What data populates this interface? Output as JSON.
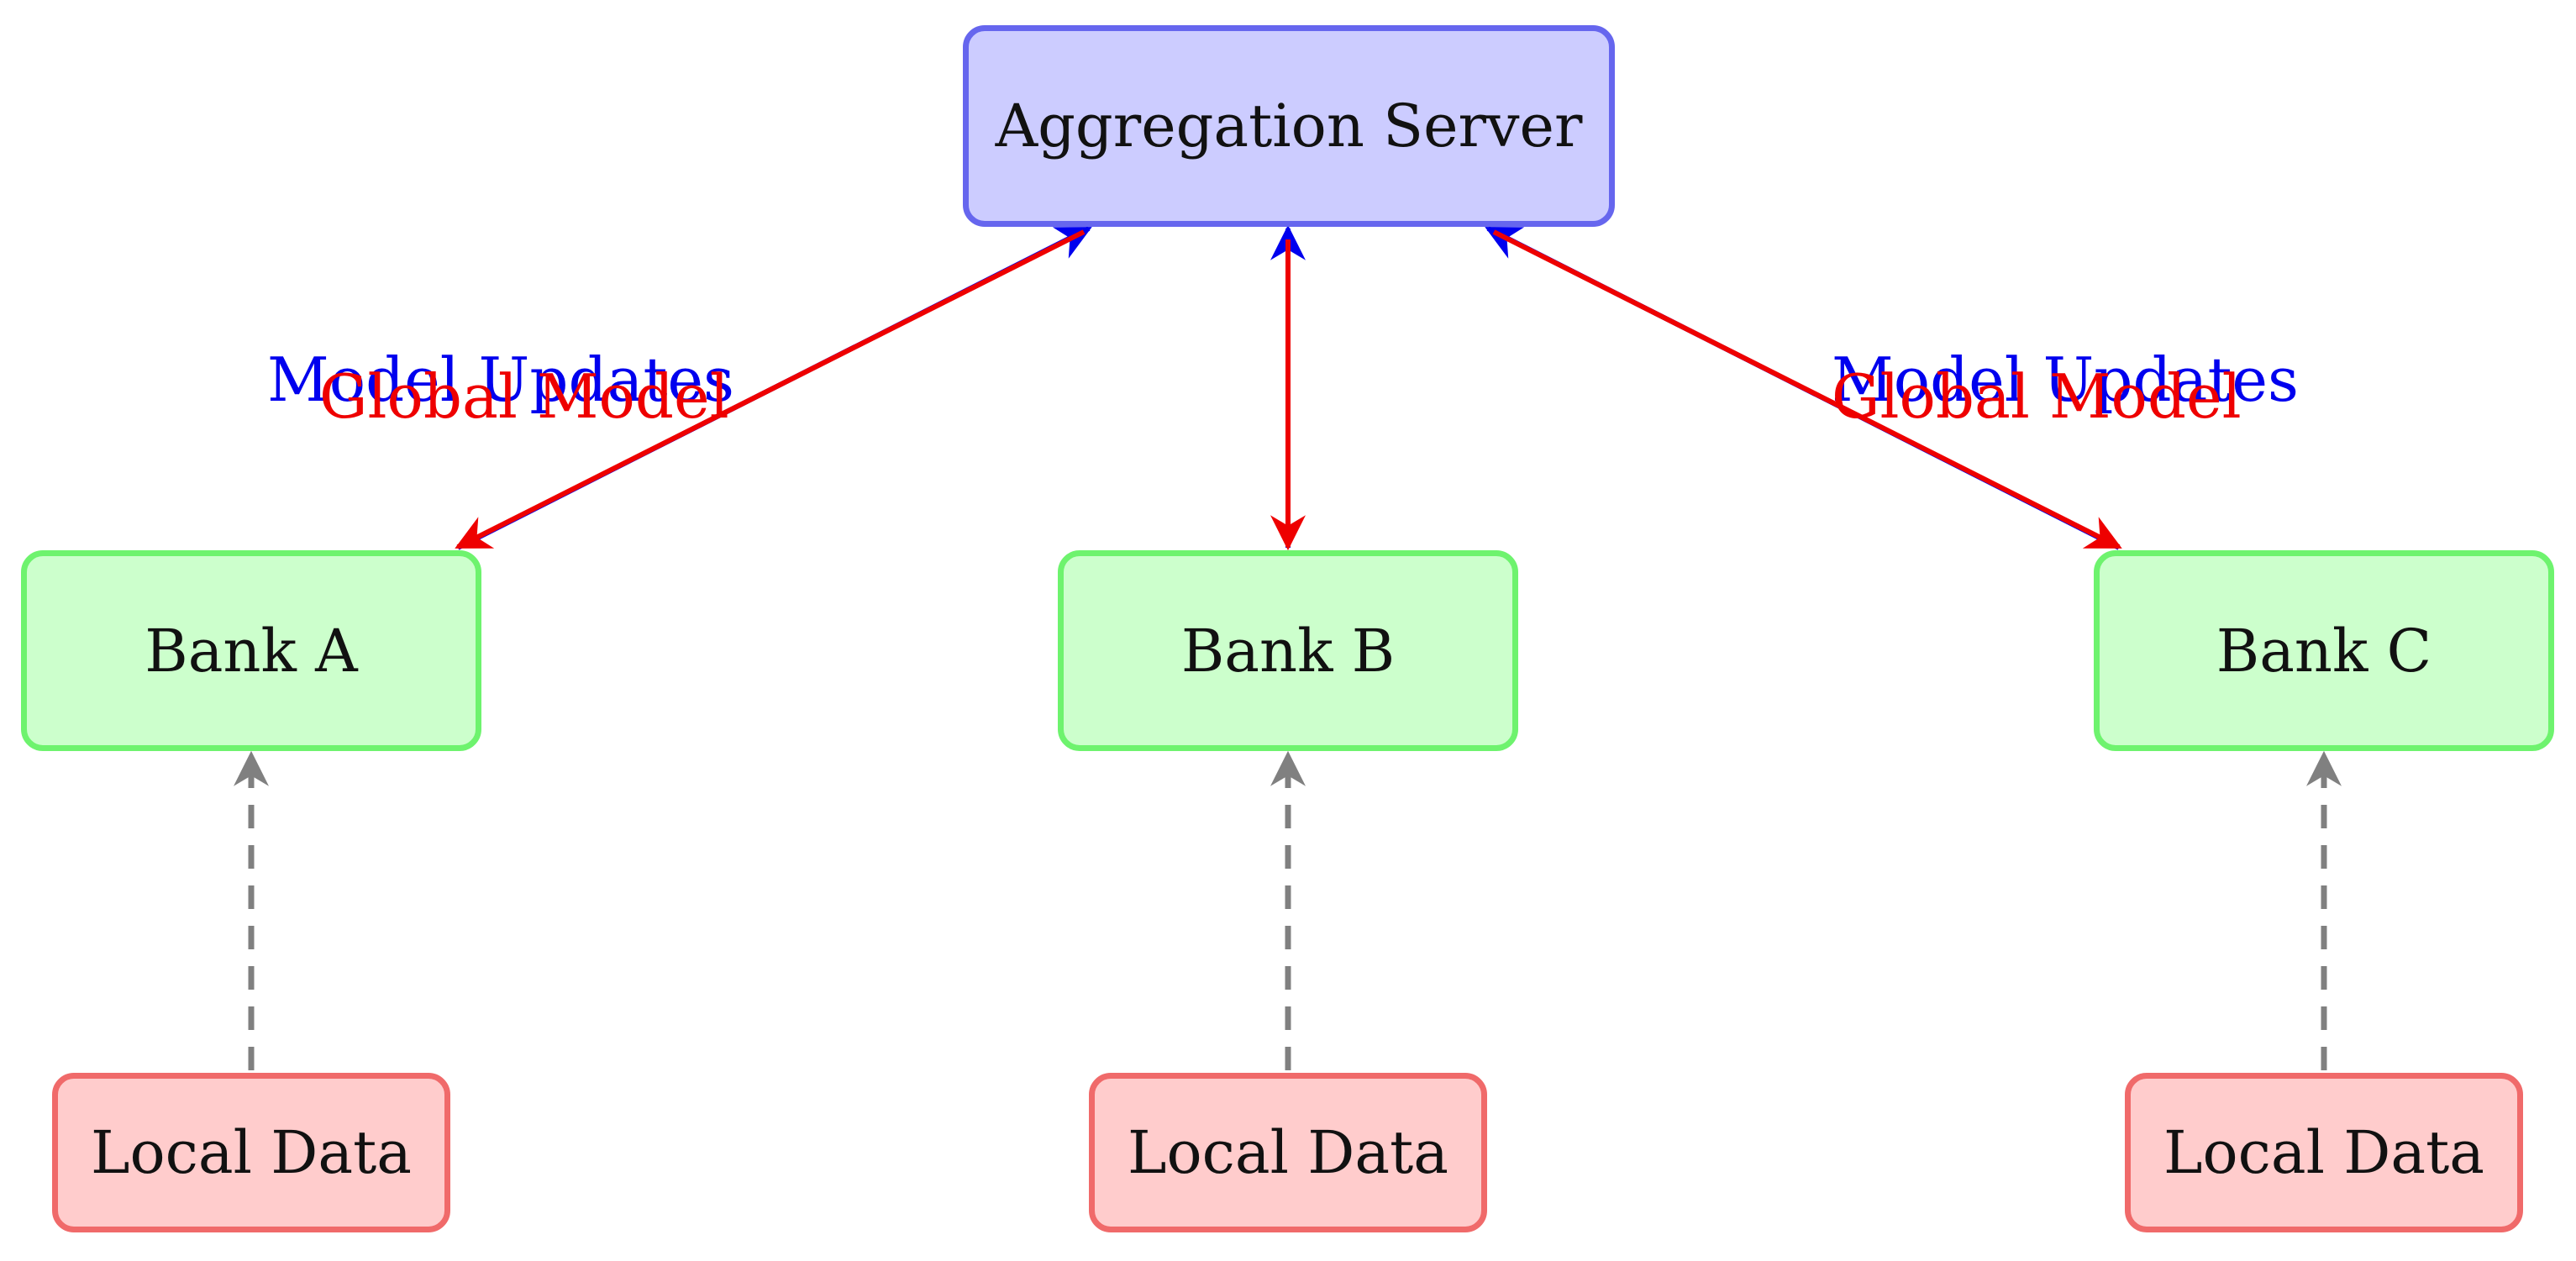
{
  "nodes": {
    "server": {
      "label": "Aggregation Server"
    },
    "banks": [
      {
        "label": "Bank A"
      },
      {
        "label": "Bank B"
      },
      {
        "label": "Bank C"
      }
    ],
    "local_data": [
      {
        "label": "Local Data"
      },
      {
        "label": "Local Data"
      },
      {
        "label": "Local Data"
      }
    ]
  },
  "edge_labels": {
    "left_update": "Model Updates",
    "left_global": "Global Model",
    "right_update": "Model Updates",
    "right_global": "Global Model"
  },
  "colors": {
    "server_fill": "#ccccff",
    "server_border": "#6666ee",
    "bank_fill": "#ccffcc",
    "bank_border": "#6ef36e",
    "data_fill": "#ffcccc",
    "data_border": "#f06a6a",
    "global_model_arrow": "#ee0000",
    "model_updates_arrow": "#0000ee",
    "data_arrow": "#808080"
  }
}
